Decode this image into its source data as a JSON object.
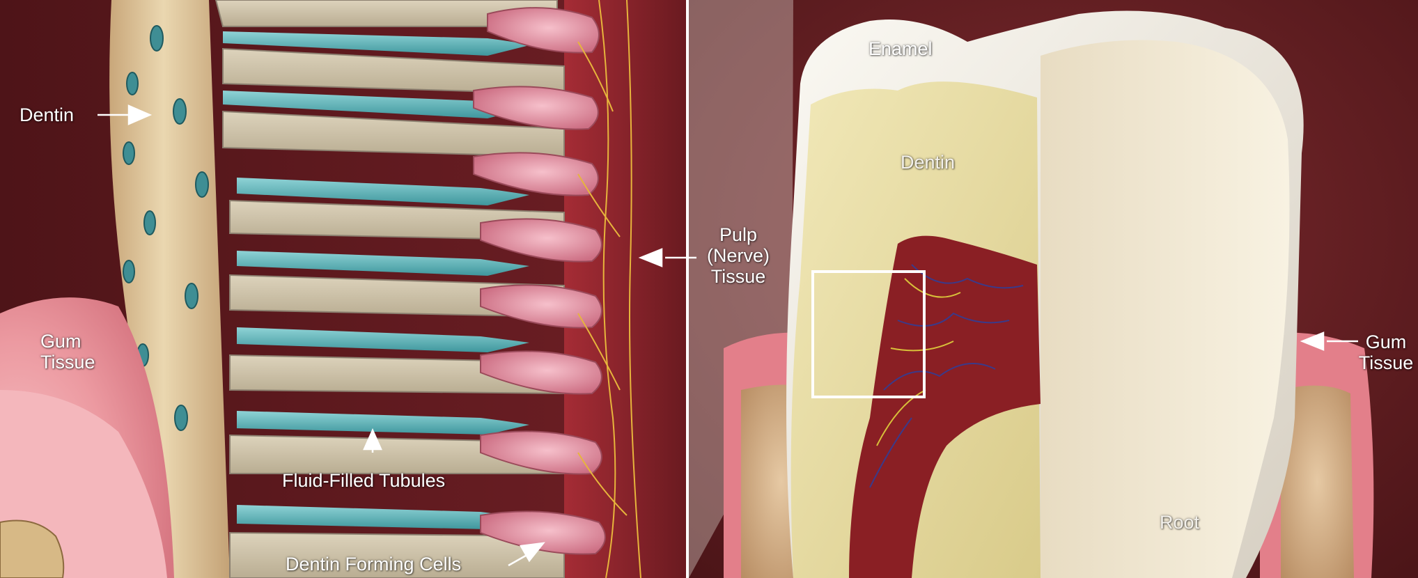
{
  "left_panel": {
    "labels": {
      "dentin": "Dentin",
      "gum_tissue": "Gum\nTissue",
      "fluid_filled_tubules": "Fluid-Filled Tubules",
      "dentin_forming_cells": "Dentin Forming Cells"
    }
  },
  "center_labels": {
    "pulp_tissue": "Pulp\n(Nerve)\nTissue"
  },
  "right_panel": {
    "labels": {
      "enamel": "Enamel",
      "dentin": "Dentin",
      "gum_tissue": "Gum\nTissue",
      "root": "Root"
    }
  },
  "colors": {
    "background": "#5e1a1f",
    "dentin": "#e9dcb0",
    "tubule": "#5fb3b8",
    "cell": "#e49aaa",
    "pulp": "#8a1f24",
    "gum": "#e37f8a",
    "enamel": "#f2eee6",
    "bone": "#d8b48c"
  }
}
